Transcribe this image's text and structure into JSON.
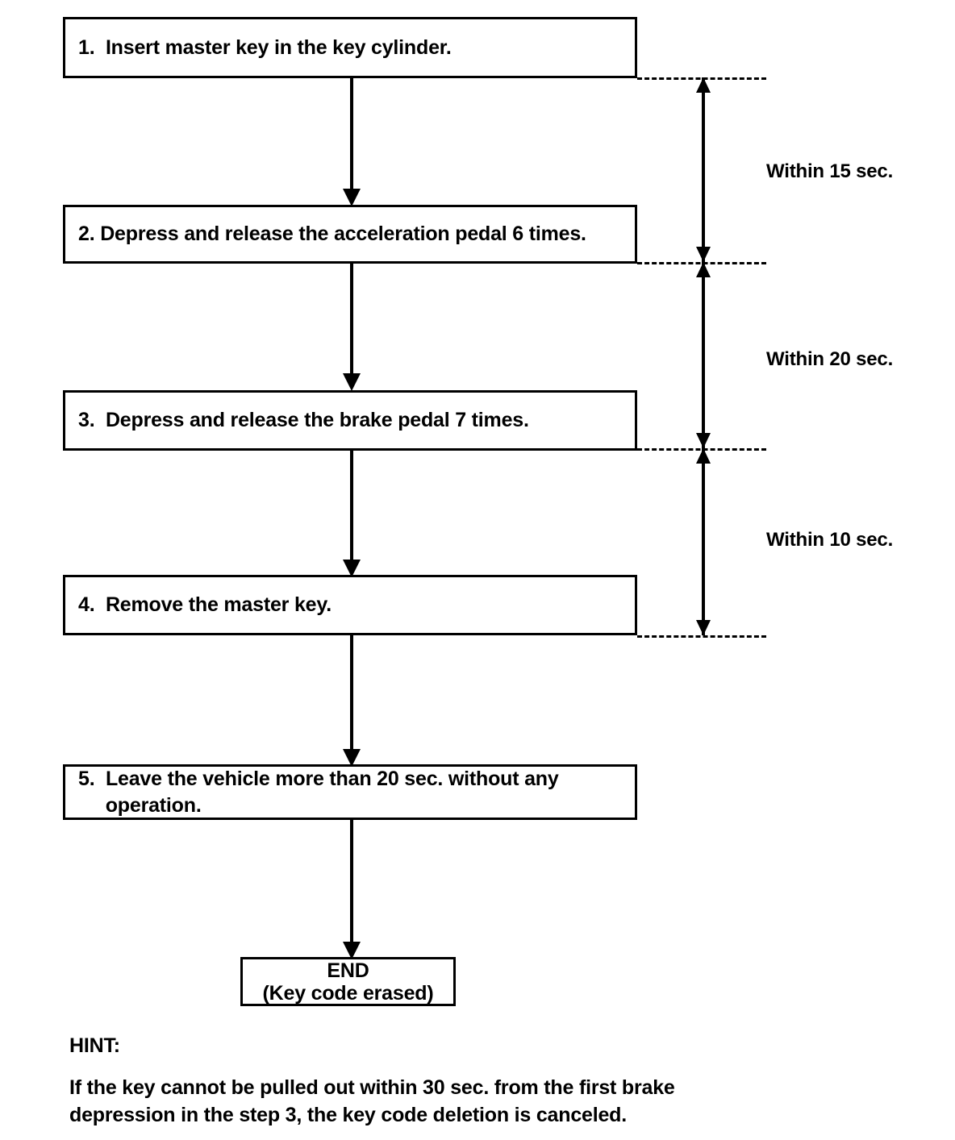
{
  "diagram": {
    "title": "Key code erasing procedure flowchart",
    "ink_color": "#000000",
    "background_color": "#ffffff",
    "steps": [
      {
        "id": 1,
        "label": "1.  Insert master key in the key cylinder."
      },
      {
        "id": 2,
        "label": "2. Depress and release the acceleration pedal 6 times."
      },
      {
        "id": 3,
        "label": "3.  Depress and release the brake pedal 7 times."
      },
      {
        "id": 4,
        "label": "4.  Remove the master key."
      },
      {
        "id": 5,
        "label": "5.  Leave the vehicle more than 20 sec. without any\n     operation."
      }
    ],
    "terminator": {
      "line1": "END",
      "line2": "(Key code erased)"
    },
    "timings": [
      {
        "id": "t1",
        "label": "Within 15 sec.",
        "from_step": 1,
        "to_step": 2
      },
      {
        "id": "t2",
        "label": "Within 20 sec.",
        "from_step": 2,
        "to_step": 3
      },
      {
        "id": "t3",
        "label": "Within 10 sec.",
        "from_step": 3,
        "to_step": 4
      }
    ],
    "hint": {
      "title": "HINT:",
      "body": "If the key cannot be pulled out within 30 sec. from the first brake\ndepression in the step 3, the key code deletion is canceled."
    }
  }
}
